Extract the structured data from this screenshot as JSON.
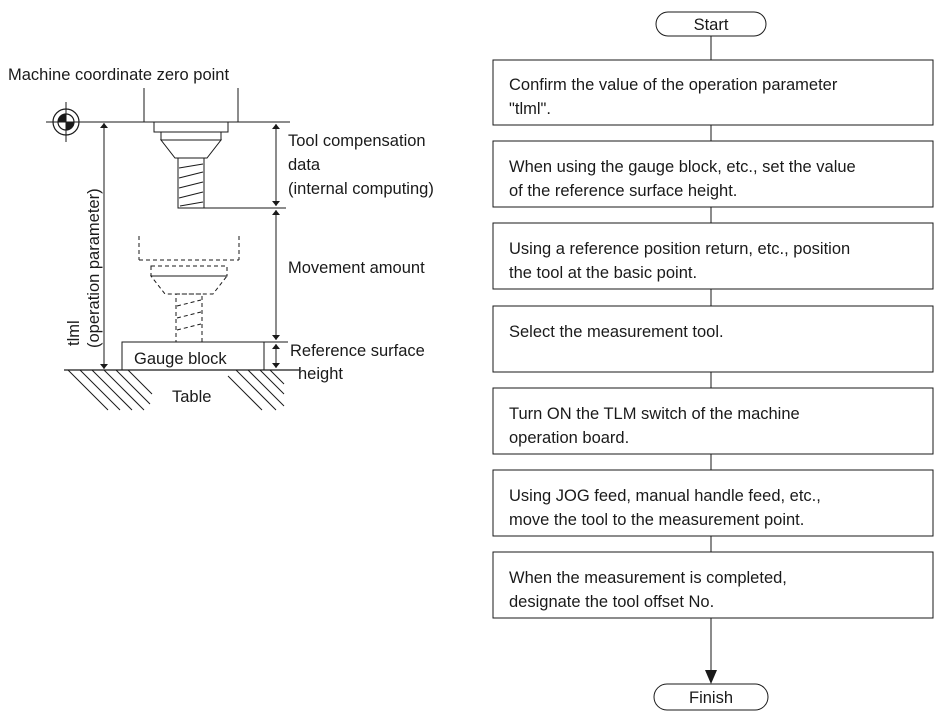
{
  "diagram": {
    "machine_zero_label": "Machine coordinate zero point",
    "tlml_label": "tlml",
    "operation_parameter_label": "(operation parameter)",
    "tool_comp_lines": [
      "Tool compensation",
      "data",
      "(internal computing)"
    ],
    "movement_label": "Movement amount",
    "reference_lines": [
      "Reference surface",
      "height"
    ],
    "gauge_block_label": "Gauge block",
    "table_label": "Table"
  },
  "flowchart": {
    "start_label": "Start",
    "finish_label": "Finish",
    "steps": [
      {
        "lines": [
          "Confirm the value of the operation parameter",
          "\"tlml\"."
        ]
      },
      {
        "lines": [
          "When using the gauge block, etc., set the value",
          "of the reference surface height."
        ]
      },
      {
        "lines": [
          "Using a reference position return, etc., position",
          "the tool at the basic point."
        ]
      },
      {
        "lines": [
          "Select the measurement tool.",
          ""
        ]
      },
      {
        "lines": [
          "Turn ON the TLM switch of the machine",
          "operation board."
        ]
      },
      {
        "lines": [
          "Using JOG feed, manual handle feed, etc.,",
          "move the tool to the measurement point."
        ]
      },
      {
        "lines": [
          "When the measurement is completed,",
          "designate the tool offset No."
        ]
      }
    ]
  }
}
